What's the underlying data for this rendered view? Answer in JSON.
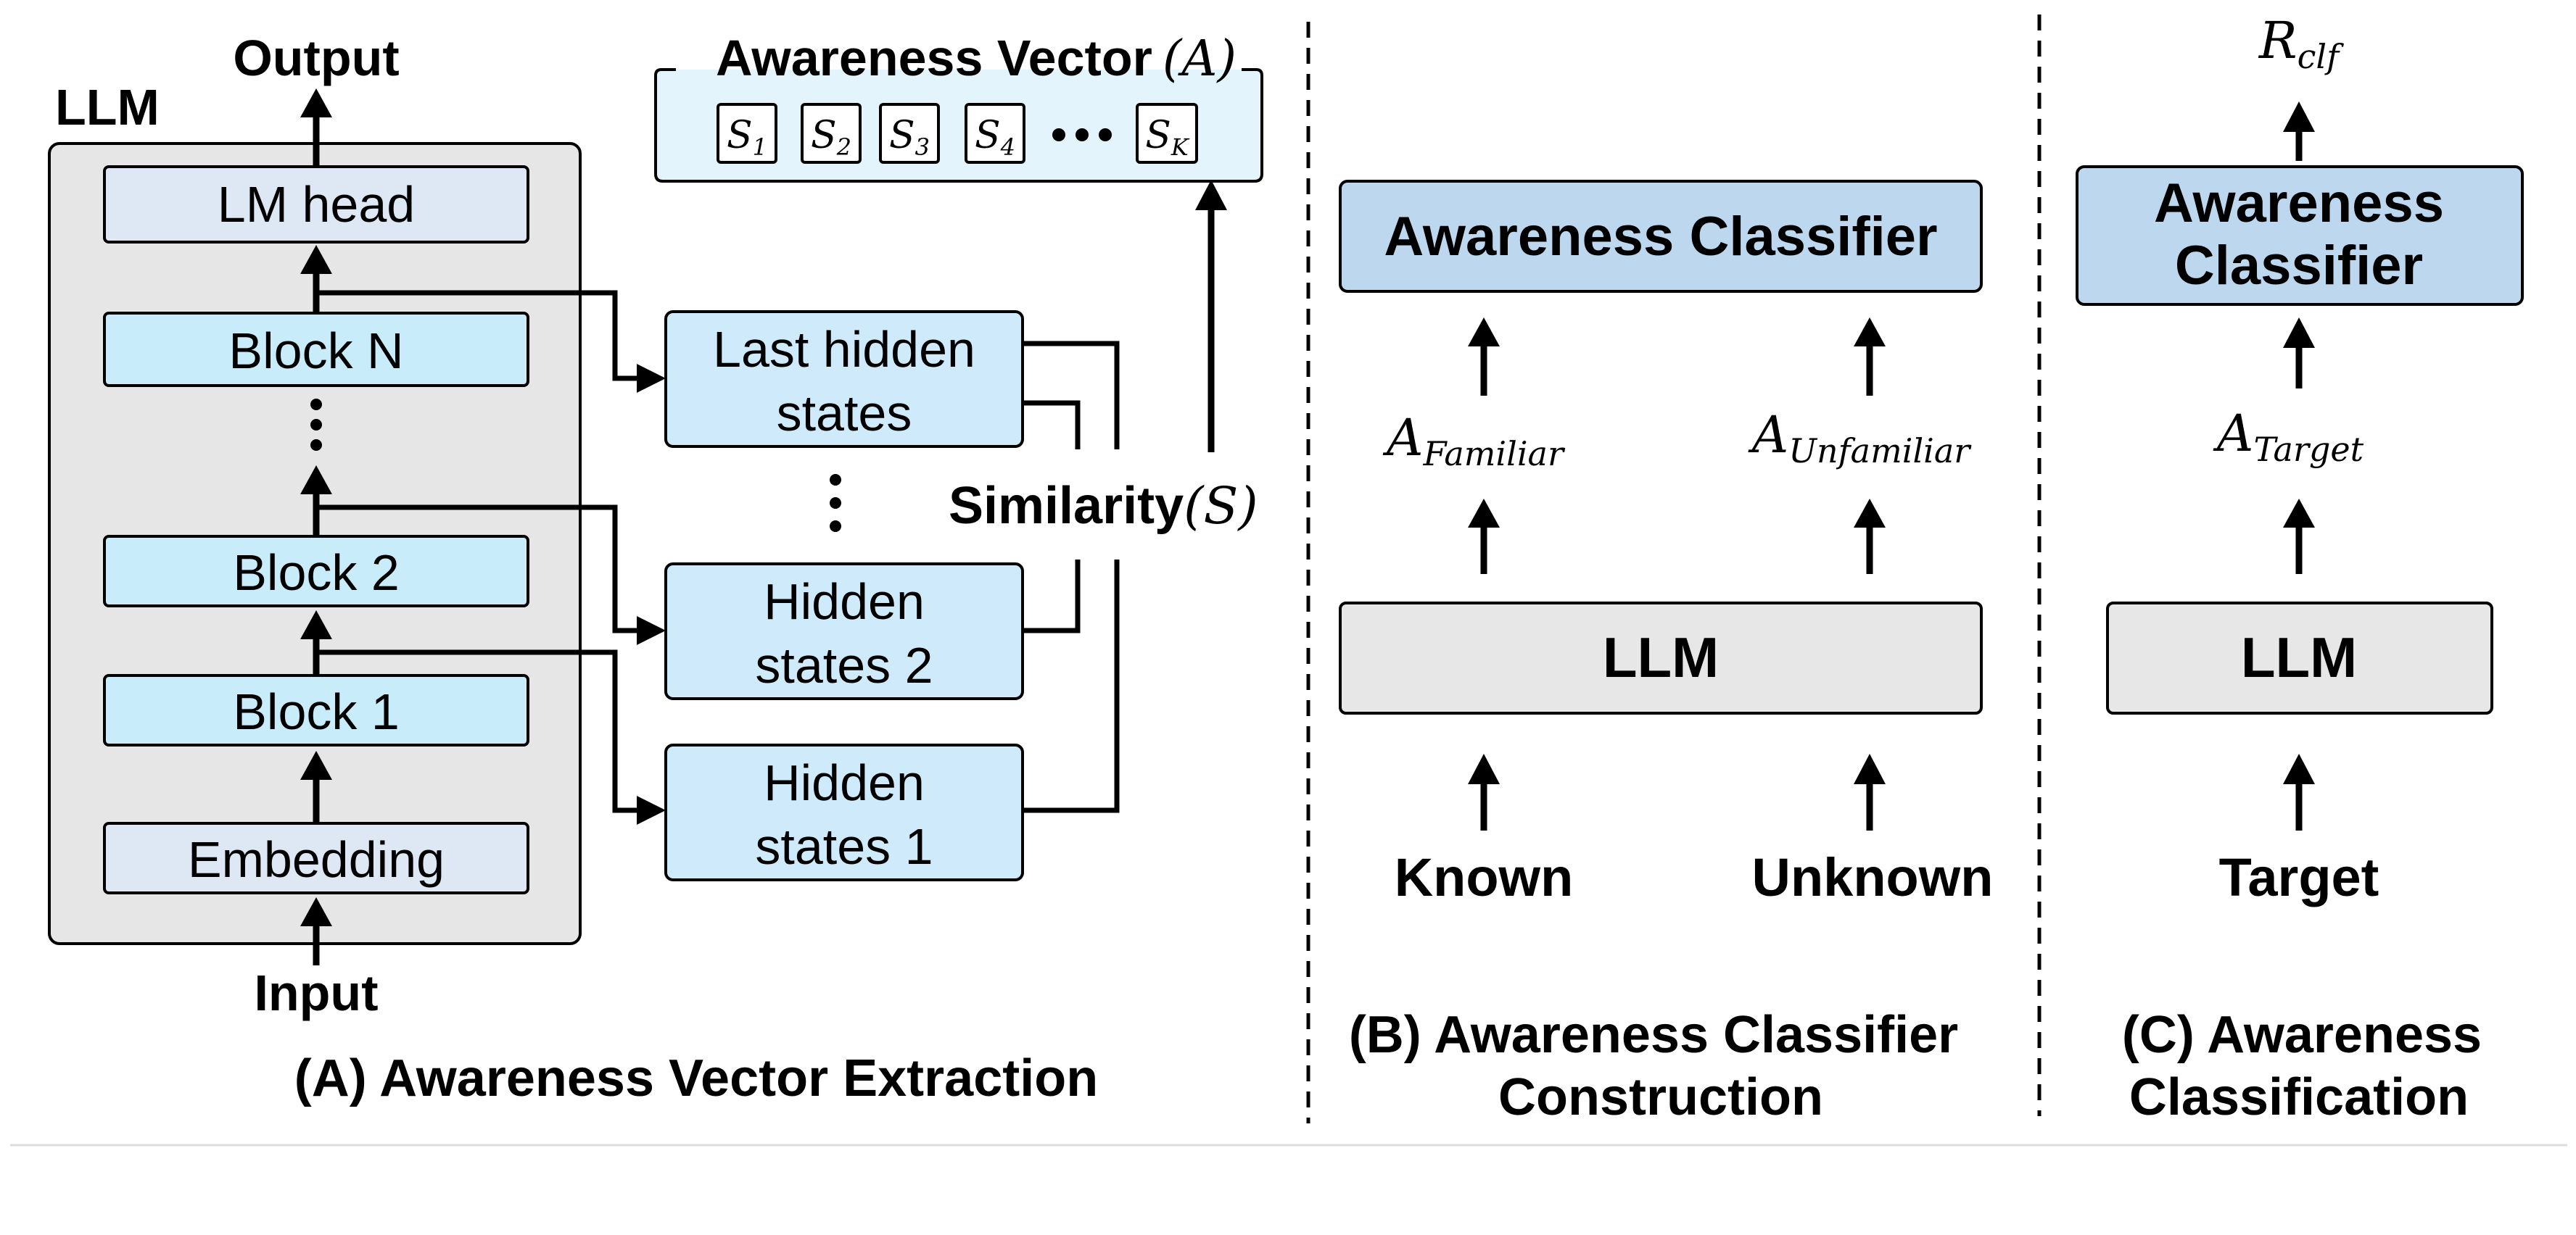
{
  "panel_a": {
    "llm_label": "LLM",
    "output_label": "Output",
    "input_label": "Input",
    "lm_head": "LM head",
    "block_n": "Block N",
    "block_2": "Block 2",
    "block_1": "Block 1",
    "embedding": "Embedding",
    "last_hidden_line1": "Last hidden",
    "last_hidden_line2": "states",
    "hidden2_line1": "Hidden",
    "hidden2_line2": "states 2",
    "hidden1_line1": "Hidden",
    "hidden1_line2": "states 1",
    "similarity_label": "Similarity",
    "similarity_symbol": "(S)",
    "awareness_vector_title": "Awareness Vector",
    "awareness_vector_symbol": "(A)",
    "s_items": [
      {
        "base": "S",
        "sub": "1"
      },
      {
        "base": "S",
        "sub": "2"
      },
      {
        "base": "S",
        "sub": "3"
      },
      {
        "base": "S",
        "sub": "4"
      },
      {
        "base": "S",
        "sub": "K"
      }
    ],
    "caption": "(A) Awareness Vector Extraction"
  },
  "panel_b": {
    "classifier": "Awareness Classifier",
    "a_familiar_base": "A",
    "a_familiar_sub": "Familiar",
    "a_unfamiliar_base": "A",
    "a_unfamiliar_sub": "Unfamiliar",
    "llm": "LLM",
    "known": "Known",
    "unknown": "Unknown",
    "caption_line1": "(B) Awareness Classifier",
    "caption_line2": "Construction"
  },
  "panel_c": {
    "r_base": "R",
    "r_sub": "clf",
    "classifier_line1": "Awareness",
    "classifier_line2": "Classifier",
    "a_target_base": "A",
    "a_target_sub": "Target",
    "llm": "LLM",
    "target": "Target",
    "caption_line1": "(C) Awareness",
    "caption_line2": "Classification"
  },
  "colors": {
    "llm_container": "#e6e6e6",
    "block_fill": "#c9ecfa",
    "head_fill": "#dde8f4",
    "hidden_fill": "#cfeafa",
    "vector_fill": "#e4f4fc",
    "classifier_fill": "#bdd7ee",
    "llm_box_fill": "#e7e7e7",
    "stroke": "#000000"
  }
}
